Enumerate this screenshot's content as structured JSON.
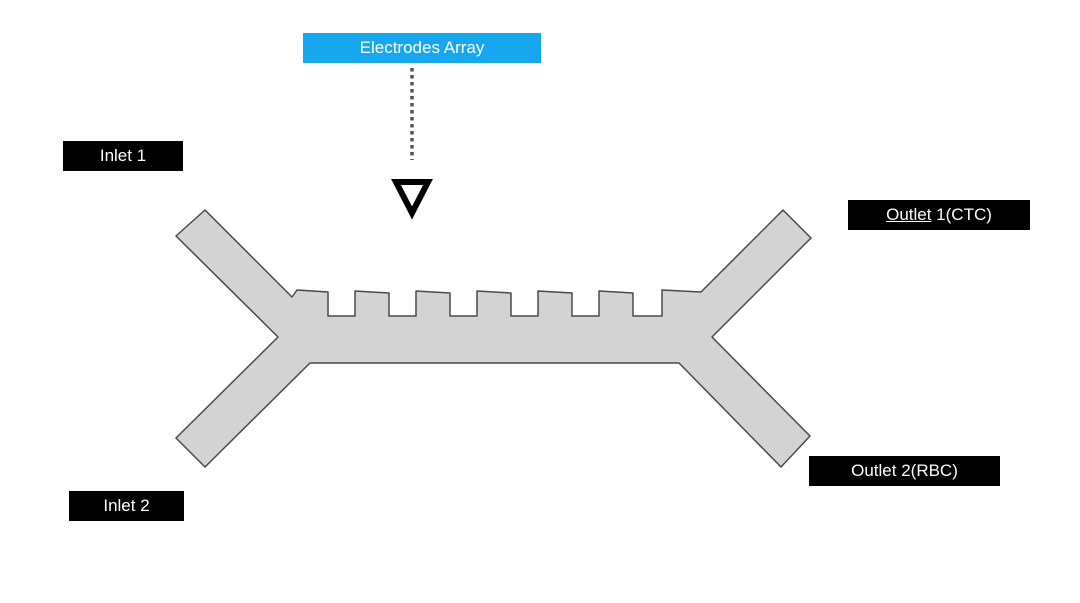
{
  "labels": {
    "electrodes_array": "Electrodes  Array",
    "inlet_1": "Inlet 1",
    "inlet_2": "Inlet 2",
    "outlet_1_underlined": "Outlet",
    "outlet_1_rest": " 1(CTC)",
    "outlet_2": "Outlet 2(RBC)"
  },
  "colors": {
    "channel_fill": "#d3d3d3",
    "channel_stroke": "#4a4a4a",
    "callout_blue": "#16a7ef",
    "label_background": "#000000",
    "label_text": "#ffffff",
    "pointer": "#000000",
    "dotted_line": "#555555"
  },
  "icons": {
    "pointer": "down-triangle-pointer-icon"
  }
}
